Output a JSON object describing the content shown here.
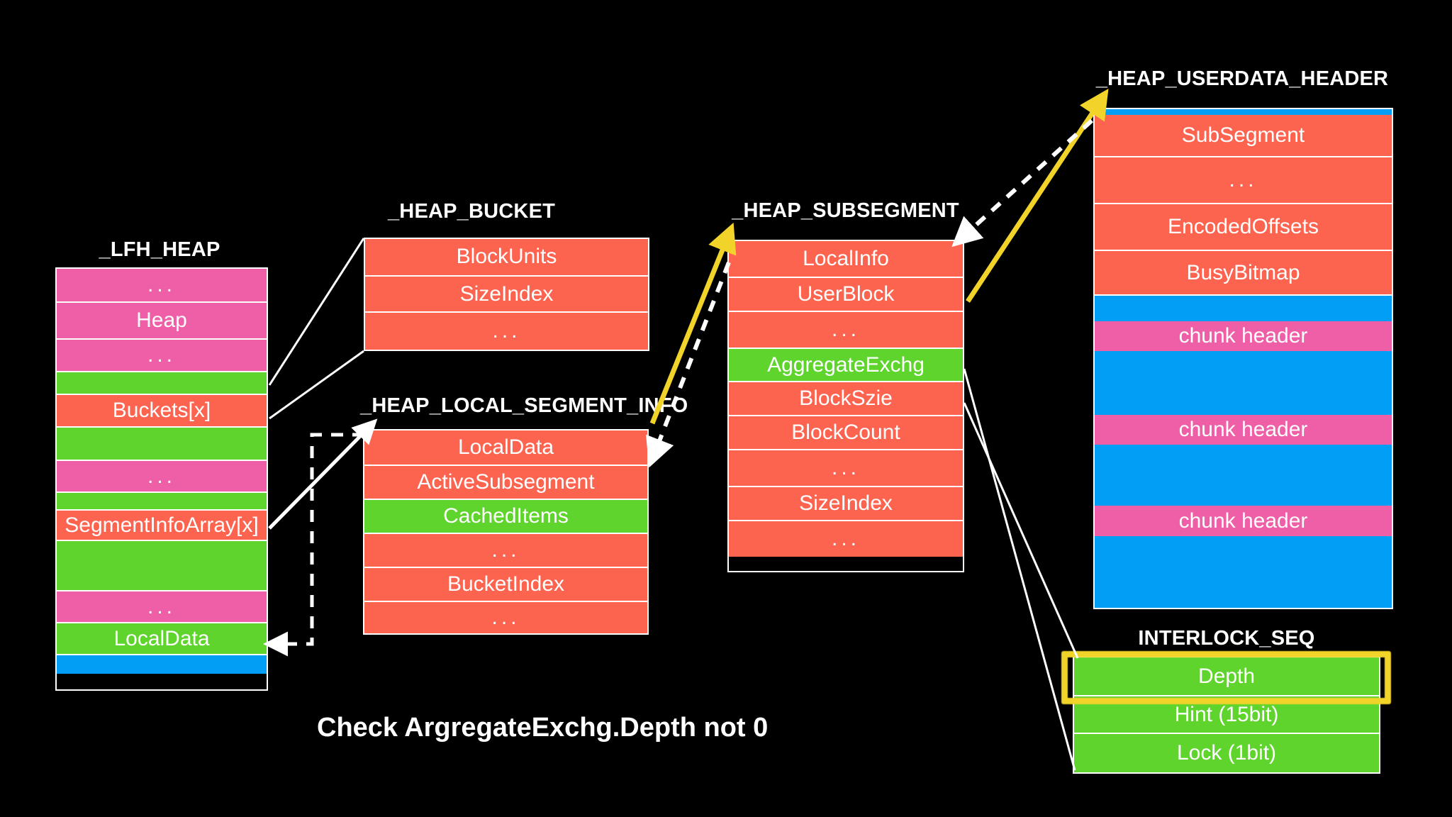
{
  "diagram": {
    "caption": "Check ArgregateExchg.Depth not 0",
    "background": "#000000",
    "colors": {
      "pink": "#ee5fa7",
      "green": "#5fd42d",
      "orange": "#fc6450",
      "blue": "#009ef5",
      "highlight": "#f2d32a",
      "line": "#ffffff",
      "text": "#ffffff"
    },
    "structs": [
      {
        "id": "lfh-heap",
        "title": "_LFH_HEAP",
        "rows": [
          {
            "label": "...",
            "color": "pink"
          },
          {
            "label": "Heap",
            "color": "pink"
          },
          {
            "label": "...",
            "color": "pink"
          },
          {
            "label": "",
            "color": "green"
          },
          {
            "label": "Buckets[x]",
            "color": "orange"
          },
          {
            "label": "",
            "color": "green"
          },
          {
            "label": "...",
            "color": "pink"
          },
          {
            "label": "",
            "color": "green"
          },
          {
            "label": "SegmentInfoArray[x]",
            "color": "orange"
          },
          {
            "label": "",
            "color": "green"
          },
          {
            "label": "...",
            "color": "pink"
          },
          {
            "label": "LocalData",
            "color": "green"
          },
          {
            "label": "",
            "color": "blue"
          }
        ]
      },
      {
        "id": "heap-bucket",
        "title": "_HEAP_BUCKET",
        "rows": [
          {
            "label": "BlockUnits",
            "color": "orange"
          },
          {
            "label": "SizeIndex",
            "color": "orange"
          },
          {
            "label": "...",
            "color": "orange"
          }
        ]
      },
      {
        "id": "heap-local-segment-info",
        "title": "_HEAP_LOCAL_SEGMENT_INFO",
        "rows": [
          {
            "label": "LocalData",
            "color": "orange"
          },
          {
            "label": "ActiveSubsegment",
            "color": "orange"
          },
          {
            "label": "CachedItems",
            "color": "green"
          },
          {
            "label": "...",
            "color": "orange"
          },
          {
            "label": "BucketIndex",
            "color": "orange"
          },
          {
            "label": "...",
            "color": "orange"
          }
        ]
      },
      {
        "id": "heap-subsegment",
        "title": "_HEAP_SUBSEGMENT",
        "rows": [
          {
            "label": "LocalInfo",
            "color": "orange"
          },
          {
            "label": "UserBlock",
            "color": "orange"
          },
          {
            "label": "...",
            "color": "orange"
          },
          {
            "label": "AggregateExchg",
            "color": "green"
          },
          {
            "label": "BlockSzie",
            "color": "orange"
          },
          {
            "label": "BlockCount",
            "color": "orange"
          },
          {
            "label": "...",
            "color": "orange"
          },
          {
            "label": "SizeIndex",
            "color": "orange"
          },
          {
            "label": "...",
            "color": "orange"
          }
        ]
      },
      {
        "id": "heap-userdata-header",
        "title": "_HEAP_USERDATA_HEADER",
        "rows": [
          {
            "label": "",
            "color": "blue"
          },
          {
            "label": "SubSegment",
            "color": "orange"
          },
          {
            "label": "...",
            "color": "orange"
          },
          {
            "label": "EncodedOffsets",
            "color": "orange"
          },
          {
            "label": "BusyBitmap",
            "color": "orange"
          },
          {
            "label": "",
            "color": "blue"
          },
          {
            "label": "chunk header",
            "color": "pink"
          },
          {
            "label": "",
            "color": "blue"
          },
          {
            "label": "chunk header",
            "color": "pink"
          },
          {
            "label": "",
            "color": "blue"
          },
          {
            "label": "chunk header",
            "color": "pink"
          },
          {
            "label": "",
            "color": "blue"
          }
        ]
      },
      {
        "id": "interlock-seq",
        "title": "INTERLOCK_SEQ",
        "rows": [
          {
            "label": "Depth",
            "color": "green"
          },
          {
            "label": "Hint (15bit)",
            "color": "green"
          },
          {
            "label": "Lock (1bit)",
            "color": "green"
          }
        ]
      }
    ]
  }
}
